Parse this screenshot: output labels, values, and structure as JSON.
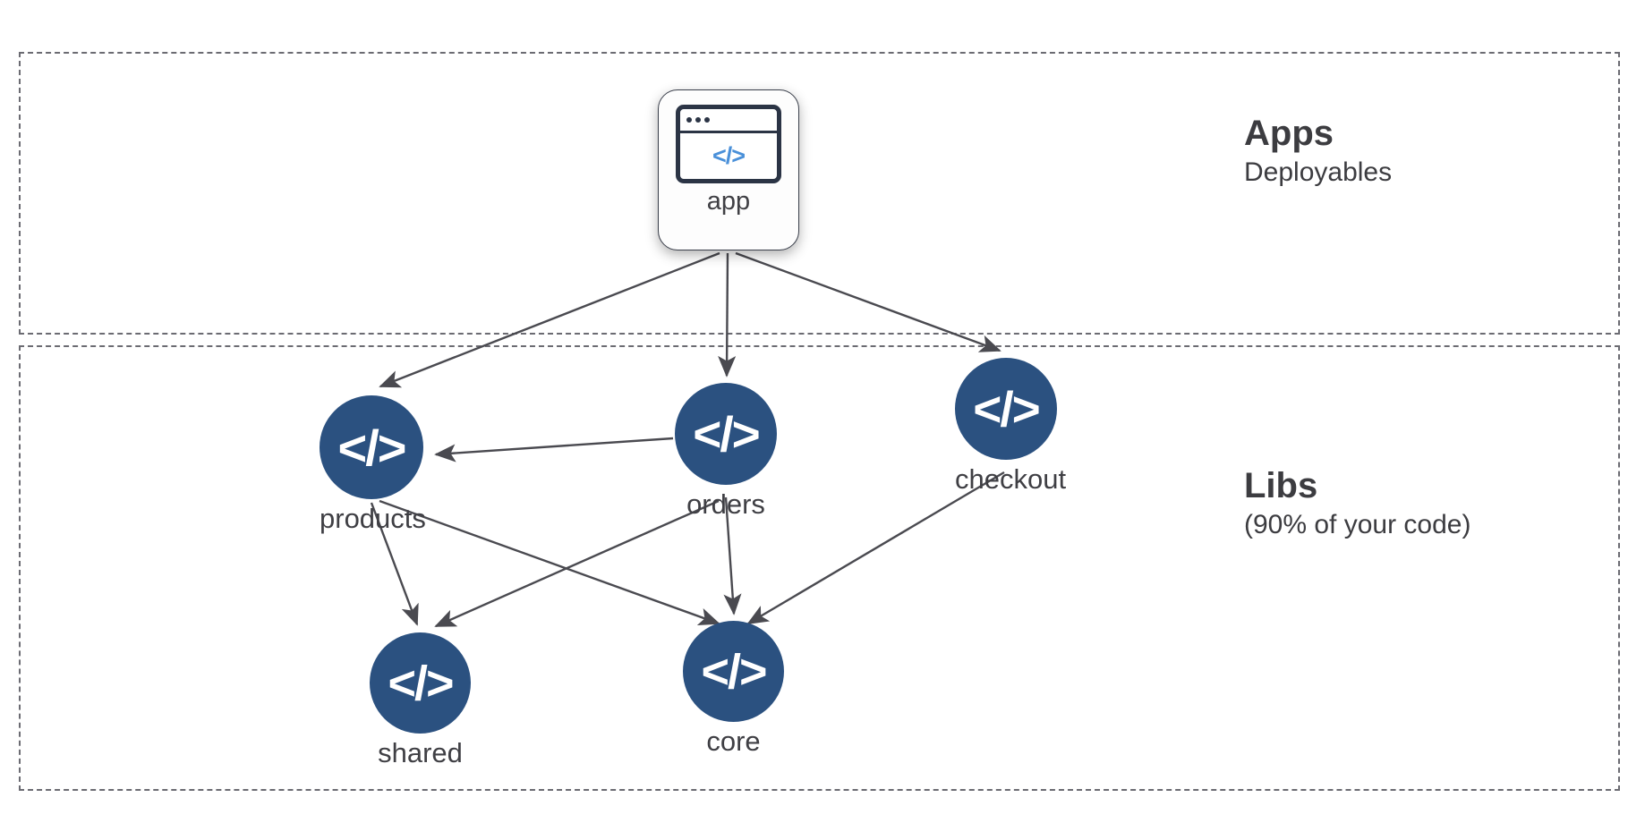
{
  "diagram": {
    "type": "dependency-graph",
    "zones": [
      {
        "id": "apps",
        "title": "Apps",
        "subtitle": "Deployables"
      },
      {
        "id": "libs",
        "title": "Libs",
        "subtitle": "(90% of your code)"
      }
    ],
    "nodes": [
      {
        "id": "app",
        "label": "app",
        "kind": "app",
        "icon": "code-window-icon",
        "code_glyph": "</>"
      },
      {
        "id": "products",
        "label": "products",
        "kind": "lib",
        "icon": "code-icon",
        "code_glyph": "</>"
      },
      {
        "id": "orders",
        "label": "orders",
        "kind": "lib",
        "icon": "code-icon",
        "code_glyph": "</>"
      },
      {
        "id": "checkout",
        "label": "checkout",
        "kind": "lib",
        "icon": "code-icon",
        "code_glyph": "</>"
      },
      {
        "id": "shared",
        "label": "shared",
        "kind": "lib",
        "icon": "code-icon",
        "code_glyph": "</>"
      },
      {
        "id": "core",
        "label": "core",
        "kind": "lib",
        "icon": "code-icon",
        "code_glyph": "</>"
      }
    ],
    "edges": [
      {
        "from": "app",
        "to": "products"
      },
      {
        "from": "app",
        "to": "orders"
      },
      {
        "from": "app",
        "to": "checkout"
      },
      {
        "from": "orders",
        "to": "products"
      },
      {
        "from": "products",
        "to": "shared"
      },
      {
        "from": "products",
        "to": "core"
      },
      {
        "from": "orders",
        "to": "shared"
      },
      {
        "from": "orders",
        "to": "core"
      },
      {
        "from": "checkout",
        "to": "core"
      }
    ],
    "colors": {
      "lib_node": "#2b5180",
      "app_card_border": "#3a3f4b",
      "app_code_glyph": "#4a90d9",
      "edge": "#4a4a50",
      "zone_border": "#6b6b72",
      "text": "#3c3c40",
      "background": "#ffffff"
    }
  }
}
